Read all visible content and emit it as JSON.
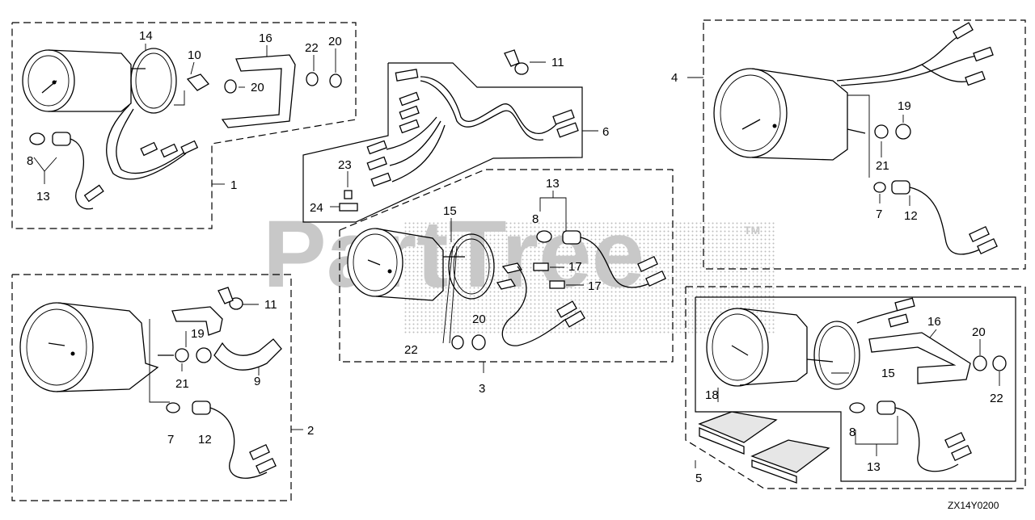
{
  "diagram": {
    "drawing_code": "ZX14Y0200",
    "watermark": {
      "line1": "PartTree",
      "line2": "TM"
    },
    "callouts": {
      "g1": [
        "1",
        "8",
        "10",
        "13",
        "14",
        "16",
        "20",
        "20",
        "22"
      ],
      "g2": [
        "2",
        "7",
        "9",
        "11",
        "12",
        "19",
        "21"
      ],
      "g3": [
        "3",
        "8",
        "13",
        "15",
        "17",
        "17",
        "20",
        "22"
      ],
      "g4": [
        "4",
        "7",
        "12",
        "19",
        "21"
      ],
      "g5": [
        "5",
        "8",
        "13",
        "15",
        "16",
        "18",
        "20",
        "22"
      ],
      "g6": [
        "6",
        "11",
        "23",
        "24"
      ]
    }
  }
}
